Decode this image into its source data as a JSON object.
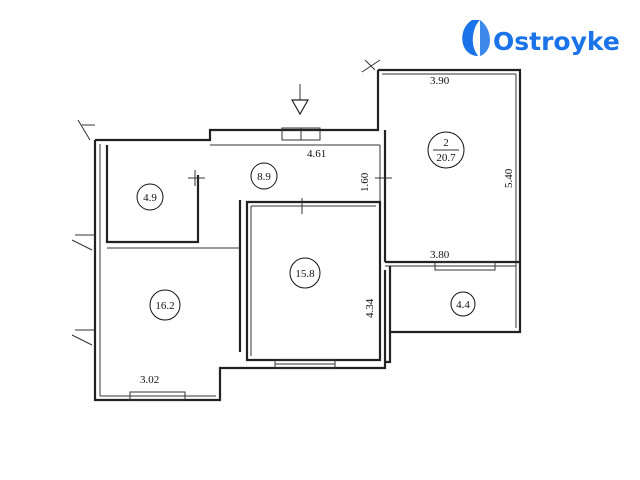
{
  "brand": {
    "name": "Ostroyke",
    "color": "#1a73e8"
  },
  "rooms": [
    {
      "id": "room-2",
      "number": "2",
      "area": "20.7"
    },
    {
      "id": "room-hall",
      "area": "8.9"
    },
    {
      "id": "room-small",
      "area": "4.9"
    },
    {
      "id": "room-center",
      "area": "15.8"
    },
    {
      "id": "room-left",
      "area": "16.2"
    },
    {
      "id": "room-balcony",
      "area": "4.4"
    }
  ],
  "dimensions": {
    "room2_width": "3.90",
    "room2_height": "5.40",
    "room2_bottom": "3.80",
    "hall_width": "4.61",
    "hall_height": "1.60",
    "center_height": "4.34",
    "left_width": "3.02"
  },
  "icons": {
    "entrance": "entrance-arrow-icon",
    "logo": "ostroyke-logo-icon"
  }
}
